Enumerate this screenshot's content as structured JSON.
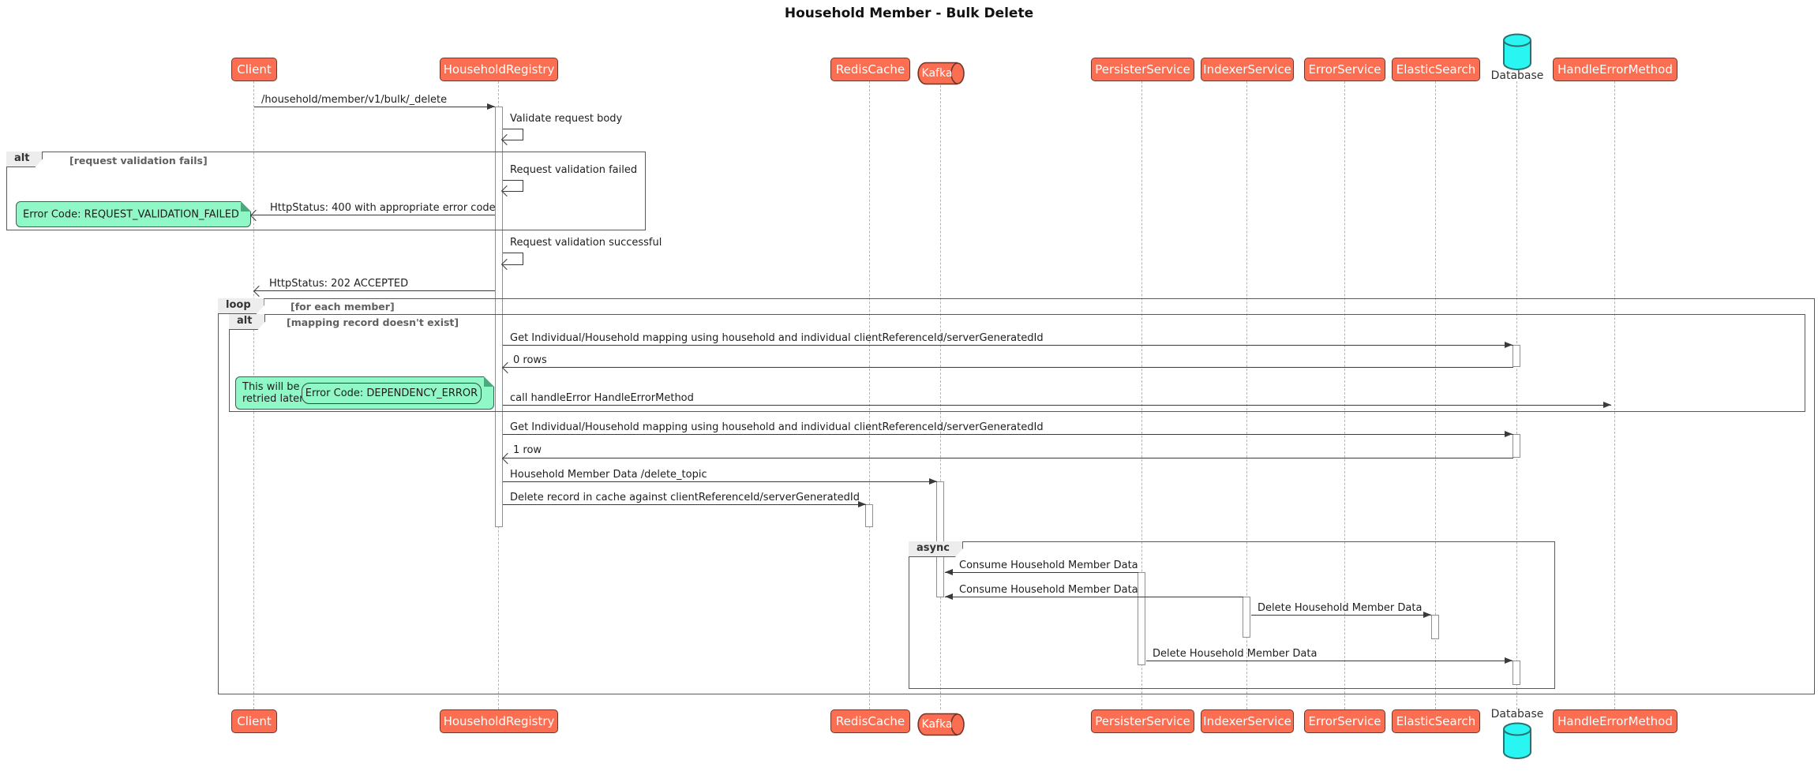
{
  "title": "Household Member - Bulk Delete",
  "participants": [
    {
      "id": "client",
      "label": "Client",
      "shape": "box"
    },
    {
      "id": "household-registry",
      "label": "HouseholdRegistry",
      "shape": "box"
    },
    {
      "id": "redis-cache",
      "label": "RedisCache",
      "shape": "box"
    },
    {
      "id": "kafka",
      "label": "Kafka",
      "shape": "queue"
    },
    {
      "id": "persister-service",
      "label": "PersisterService",
      "shape": "box"
    },
    {
      "id": "indexer-service",
      "label": "IndexerService",
      "shape": "box"
    },
    {
      "id": "error-service",
      "label": "ErrorService",
      "shape": "box"
    },
    {
      "id": "elastic-search",
      "label": "ElasticSearch",
      "shape": "box"
    },
    {
      "id": "database",
      "label": "Database",
      "shape": "database"
    },
    {
      "id": "handle-error-method",
      "label": "HandleErrorMethod",
      "shape": "box"
    }
  ],
  "frames": {
    "alt_validation": {
      "keyword": "alt",
      "guard": "[request validation fails]"
    },
    "loop": {
      "keyword": "loop",
      "guard": "[for each member]"
    },
    "alt_mapping": {
      "keyword": "alt",
      "guard": "[mapping record doesn't exist]"
    },
    "async": {
      "keyword": "async",
      "guard": ""
    }
  },
  "messages": {
    "m1": "/household/member/v1/bulk/_delete",
    "m2": "Validate request body",
    "m3": "Request validation failed",
    "m4": "HttpStatus: 400 with appropriate error code",
    "m5": "Request validation successful",
    "m6": "HttpStatus: 202 ACCEPTED",
    "m7": "Get Individual/Household mapping using household and individual clientReferenceId/serverGeneratedId",
    "m8": "0 rows",
    "m9": "call handleError HandleErrorMethod",
    "m10": "Get Individual/Household mapping using household and individual clientReferenceId/serverGeneratedId",
    "m11": "1 row",
    "m12": "Household Member Data /delete_topic",
    "m13": "Delete record in cache against clientReferenceId/serverGeneratedId",
    "m14": "Consume Household Member Data",
    "m15": "Consume Household Member Data",
    "m16": "Delete Household Member Data",
    "m17": "Delete Household Member Data"
  },
  "notes": {
    "request_validation_failed": "Error Code: REQUEST_VALIDATION_FAILED",
    "retry": "This will be\nretried later",
    "dependency_error": "Error Code: DEPENDENCY_ERROR"
  },
  "colors": {
    "participant_fill": "#FB6E51",
    "participant_border": "#71352A",
    "participant_text": "#FEFEFE",
    "note_fill": "#90F7C6",
    "note_border": "#3E5F50",
    "database_fill": "#29F6F2",
    "database_border": "#2E6F6F",
    "frame_border": "#595959",
    "arrow": "#3A3A3A",
    "lifeline": "#B4B4B4"
  }
}
